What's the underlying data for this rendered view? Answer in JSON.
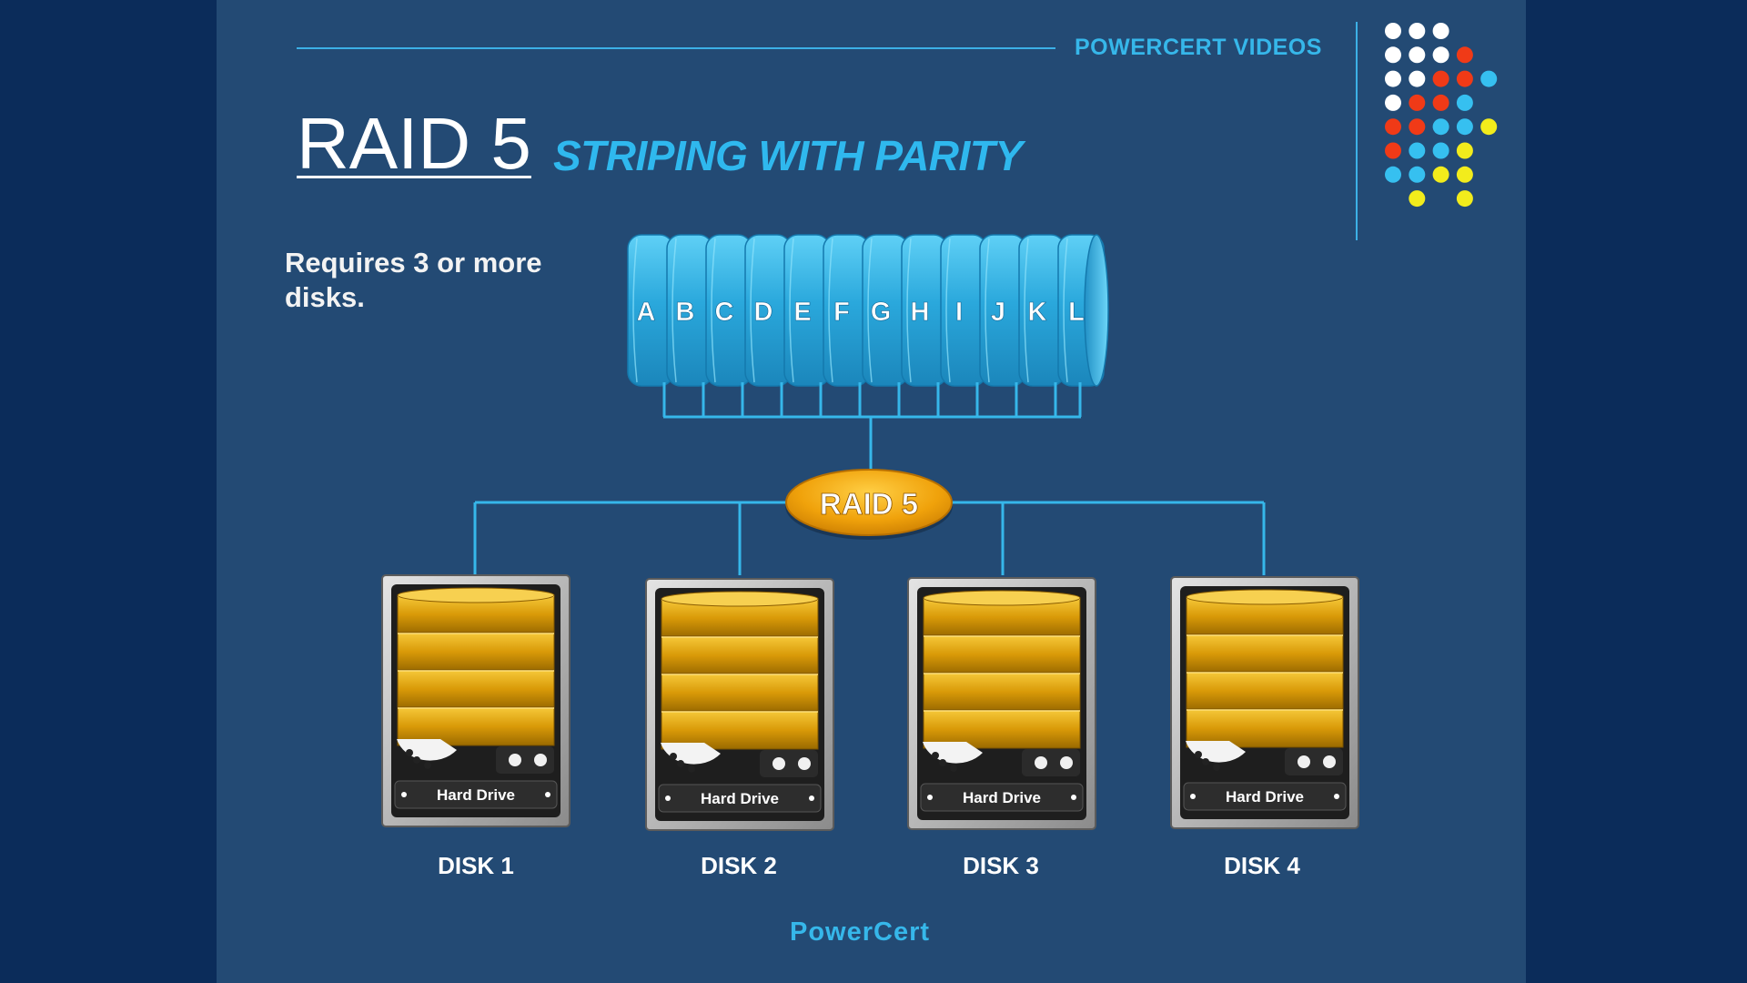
{
  "brand": {
    "text": "POWERCERT VIDEOS",
    "footer_text": "PowerCert"
  },
  "title": {
    "main": "RAID 5",
    "subtitle": "STRIPING WITH PARITY"
  },
  "note": "Requires 3 or more disks.",
  "blocks": [
    "A",
    "B",
    "C",
    "D",
    "E",
    "F",
    "G",
    "H",
    "I",
    "J",
    "K",
    "L"
  ],
  "controller": {
    "label": "RAID 5"
  },
  "disks": [
    {
      "label": "DISK 1",
      "drive_text": "Hard Drive"
    },
    {
      "label": "DISK 2",
      "drive_text": "Hard Drive"
    },
    {
      "label": "DISK 3",
      "drive_text": "Hard Drive"
    },
    {
      "label": "DISK 4",
      "drive_text": "Hard Drive"
    }
  ],
  "colors": {
    "background": "#234a74",
    "accent_cyan": "#36b7ea",
    "drum_blue": "#3bb6e4",
    "gold": "#e3a40f",
    "dot_white": "#ffffff",
    "dot_red": "#f03a17",
    "dot_cyan": "#36c0f0",
    "dot_yellow": "#f2ec1c"
  },
  "dot_rows": [
    [
      "white",
      "white",
      "white",
      "",
      "",
      ""
    ],
    [
      "white",
      "white",
      "white",
      "red",
      "",
      ""
    ],
    [
      "white",
      "white",
      "red",
      "red",
      "cyan",
      ""
    ],
    [
      "white",
      "red",
      "red",
      "cyan",
      "",
      ""
    ],
    [
      "red",
      "red",
      "cyan",
      "cyan",
      "yellow",
      ""
    ],
    [
      "red",
      "cyan",
      "cyan",
      "yellow",
      "",
      ""
    ],
    [
      "cyan",
      "cyan",
      "yellow",
      "yellow",
      "",
      ""
    ],
    [
      "",
      "yellow",
      "",
      "yellow",
      "",
      ""
    ]
  ]
}
